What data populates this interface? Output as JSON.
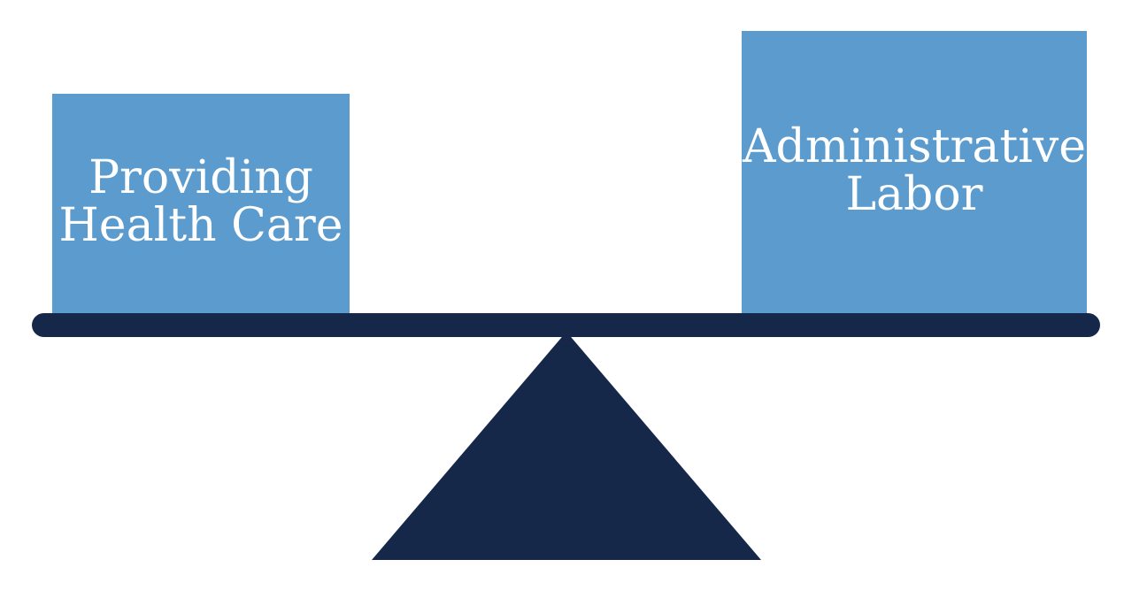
{
  "diagram": {
    "left_weight": {
      "line1": "Providing",
      "line2": "Health Care"
    },
    "right_weight": {
      "line1": "Administrative",
      "line2": "Labor"
    }
  },
  "colors": {
    "box_fill": "#5b9bcd",
    "structure": "#16284a",
    "text": "#ffffff"
  }
}
